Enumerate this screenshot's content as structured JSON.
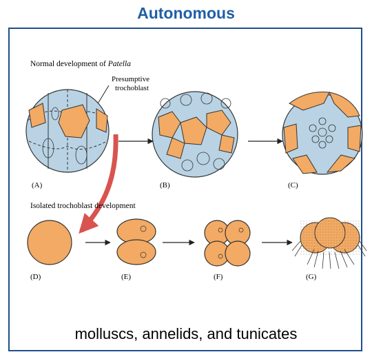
{
  "title": "Autonomous",
  "colors": {
    "title": "#1f5fa6",
    "border": "#1f4e8c",
    "blue_cell": "#b9d3e4",
    "orange_cell": "#f2aa64",
    "arrow_red": "#d9534f"
  },
  "figure": {
    "row1_title_prefix": "Normal development of ",
    "row1_title_species": "Patella",
    "callout": [
      "Presumptive",
      "trochoblast"
    ],
    "row2_title": "Isolated trochoblast development",
    "panels": {
      "a": "(A)",
      "b": "(B)",
      "c": "(C)",
      "d": "(D)",
      "e": "(E)",
      "f": "(F)",
      "g": "(G)"
    }
  },
  "caption": "molluscs, annelids, and tunicates"
}
